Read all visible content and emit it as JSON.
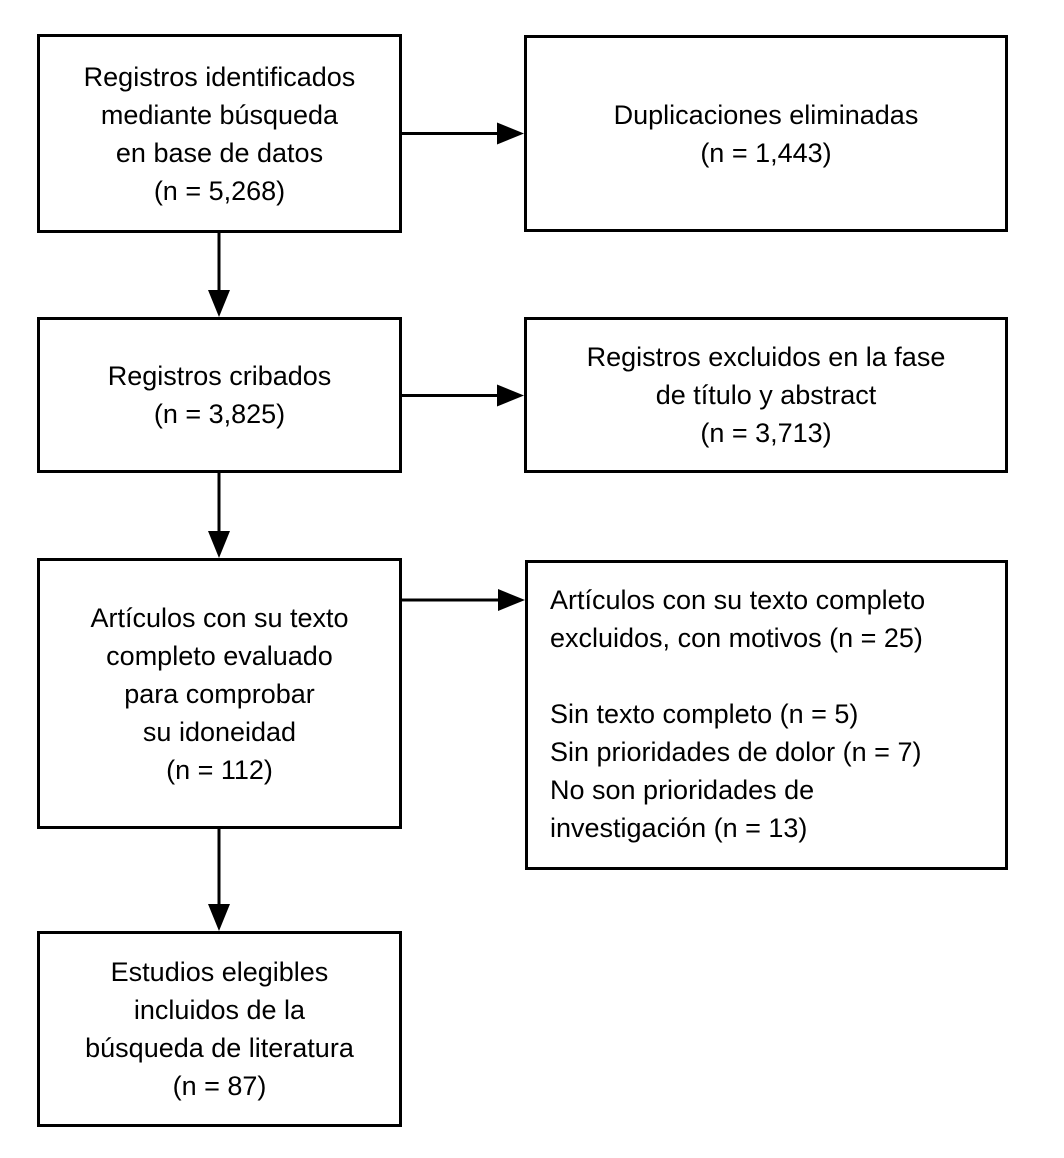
{
  "diagram": {
    "type": "prisma-flowchart",
    "language": "es",
    "colors": {
      "background": "#ffffff",
      "box_border": "#000000",
      "text": "#000000",
      "arrow": "#000000"
    },
    "boxes": {
      "identified": {
        "text": "Registros identificados\nmediante búsqueda\nen base de datos\n(n = 5,268)",
        "n": 5268
      },
      "duplicates_removed": {
        "text": "Duplicaciones eliminadas\n(n = 1,443)",
        "n": 1443
      },
      "screened": {
        "text": "Registros cribados\n(n = 3,825)",
        "n": 3825
      },
      "excluded_title_abstract": {
        "text": "Registros excluidos en la fase\nde título y abstract\n(n = 3,713)",
        "n": 3713
      },
      "fulltext_assessed": {
        "text": "Artículos con su texto\ncompleto evaluado\npara comprobar\nsu idoneidad\n(n = 112)",
        "n": 112
      },
      "fulltext_excluded": {
        "text": "Artículos con su texto completo\nexcluidos, con motivos (n = 25)\n\nSin texto completo (n = 5)\nSin prioridades de dolor (n = 7)\nNo son prioridades de\ninvestigación (n = 13)",
        "n": 25
      },
      "included": {
        "text": "Estudios elegibles\nincluidos de la\nbúsqueda de literatura\n(n = 87)",
        "n": 87
      }
    }
  }
}
